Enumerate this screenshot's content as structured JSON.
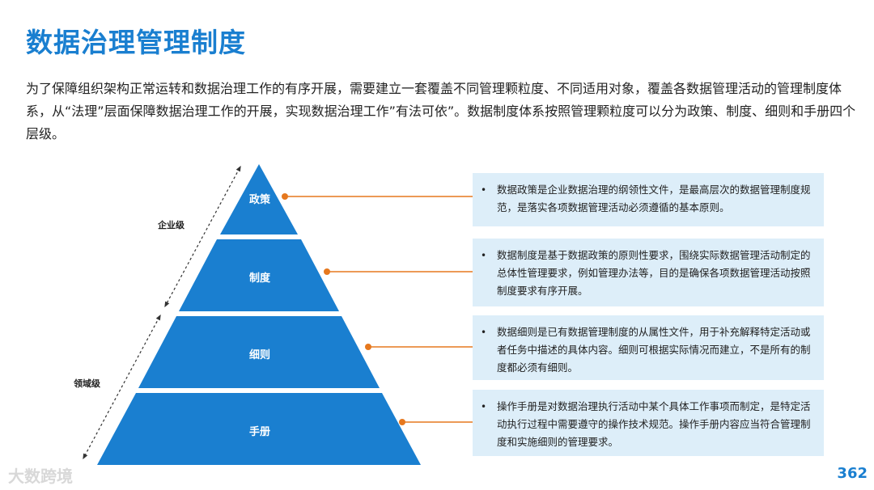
{
  "title": "数据治理管理制度",
  "intro": "为了保障组织架构正常运转和数据治理工作的有序开展，需要建立一套覆盖不同管理颗粒度、不同适用对象，覆盖各数据管理活动的管理制度体系，从“法理”层面保障数据治理工作的开展，实现数据治理工作”有法可依”。数据制度体系按照管理颗粒度可以分为政策、制度、细则和手册四个层级。",
  "pyramid": {
    "levels": [
      {
        "label": "政策"
      },
      {
        "label": "制度"
      },
      {
        "label": "细则"
      },
      {
        "label": "手册"
      }
    ],
    "scopes": {
      "enterprise": "企业级",
      "domain": "领域级"
    },
    "colors": {
      "fill": "#1a7fd0",
      "connector": "#e6781e"
    }
  },
  "descriptions": [
    {
      "bullet": "•",
      "text": "数据政策是企业数据治理的纲领性文件，是最高层次的数据管理制度规范，是落实各项数据管理活动必须遵循的基本原则。"
    },
    {
      "bullet": "•",
      "text": "数据制度是基于数据政策的原则性要求，围绕实际数据管理活动制定的总体性管理要求，例如管理办法等，目的是确保各项数据管理活动按照制度要求有序开展。"
    },
    {
      "bullet": "•",
      "text": "数据细则是已有数据管理制度的从属性文件，用于补充解释特定活动或者任务中描述的具体内容。细则可根据实际情况而建立，不是所有的制度都必须有细则。"
    },
    {
      "bullet": "•",
      "text": "操作手册是对数据治理执行活动中某个具体工作事项而制定，是特定活动执行过程中需要遵守的操作技术规范。操作手册内容应当符合管理制度和实施细则的管理要求。"
    }
  ],
  "footer": {
    "logo": "大数跨境",
    "page": "362"
  }
}
